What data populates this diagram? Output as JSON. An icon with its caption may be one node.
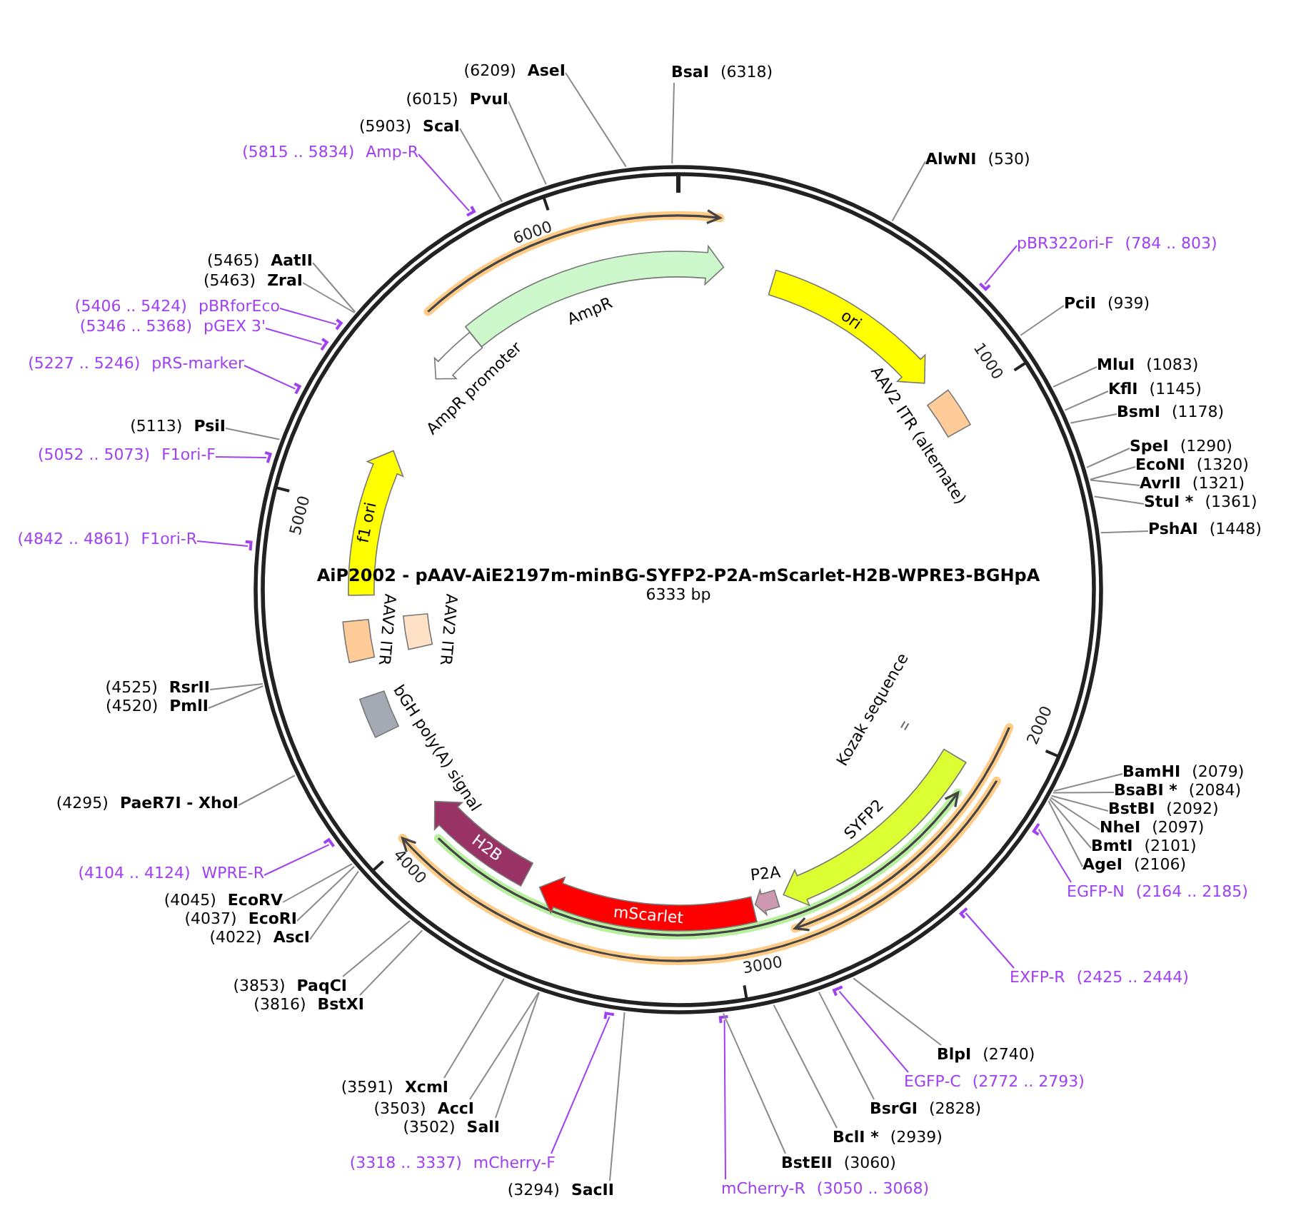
{
  "diagram": {
    "title": "AiP2002 - pAAV-AiE2197m-minBG-SYFP2-P2A-mScarlet-H2B-WPRE3-BGHpA",
    "nodes": [
      {
        "text": [
          "BsaI",
          "(6318)"
        ]
      },
      {
        "text": [
          "AlwNI",
          "(530)"
        ]
      },
      {
        "text": [
          "pBR322ori-F",
          "(784 .. 803)"
        ]
      },
      {
        "text": [
          "PciI",
          "(939)"
        ]
      },
      {
        "text": [
          "MluI",
          "(1083)"
        ]
      },
      {
        "text": [
          "KflI",
          "(1145)"
        ]
      },
      {
        "text": [
          "BsmI",
          "(1178)"
        ]
      },
      {
        "text": [
          "SpeI",
          "(1290)"
        ]
      },
      {
        "text": [
          "EcoNI",
          "(1320)"
        ]
      },
      {
        "text": [
          "AvrII",
          "(1321)"
        ]
      },
      {
        "text": [
          "StuI *",
          "(1361)"
        ]
      },
      {
        "text": [
          "PshAI",
          "(1448)"
        ]
      },
      {
        "text": [
          "BamHI",
          "(2079)"
        ]
      },
      {
        "text": [
          "BsaBI *",
          "(2084)"
        ]
      },
      {
        "text": [
          "BstBI",
          "(2092)"
        ]
      },
      {
        "text": [
          "NheI",
          "(2097)"
        ]
      },
      {
        "text": [
          "BmtI",
          "(2101)"
        ]
      },
      {
        "text": [
          "AgeI",
          "(2106)"
        ]
      },
      {
        "text": [
          "EGFP-N",
          "(2164 .. 2185)"
        ]
      },
      {
        "text": [
          "EXFP-R",
          "(2425 .. 2444)"
        ]
      },
      {
        "text": [
          "BlpI",
          "(2740)"
        ]
      },
      {
        "text": [
          "EGFP-C",
          "(2772 .. 2793)"
        ]
      },
      {
        "text": [
          "BsrGI",
          "(2828)"
        ]
      },
      {
        "text": [
          "BclI *",
          "(2939)"
        ]
      },
      {
        "text": [
          "BstEII",
          "(3060)"
        ]
      },
      {
        "text": [
          "mCherry-R",
          "(3050 .. 3068)"
        ]
      },
      {
        "text": [
          "(3294)",
          "SacII"
        ]
      },
      {
        "text": [
          "(3318 .. 3337)",
          "mCherry-F"
        ]
      },
      {
        "text": [
          "(3502)",
          "SalI"
        ]
      },
      {
        "text": [
          "(3503)",
          "AccI"
        ]
      },
      {
        "text": [
          "(3591)",
          "XcmI"
        ]
      },
      {
        "text": [
          "(3816)",
          "BstXI"
        ]
      },
      {
        "text": [
          "(3853)",
          "PaqCI"
        ]
      },
      {
        "text": [
          "(4022)",
          "AscI"
        ]
      },
      {
        "text": [
          "(4037)",
          "EcoRI"
        ]
      },
      {
        "text": [
          "(4045)",
          "EcoRV"
        ]
      },
      {
        "text": [
          "(4104 .. 4124)",
          "WPRE-R"
        ]
      },
      {
        "text": [
          "(4295)",
          "PaeR7I - XhoI"
        ]
      },
      {
        "text": [
          "(4520)",
          "PmlI"
        ]
      },
      {
        "text": [
          "(4525)",
          "RsrII"
        ]
      },
      {
        "text": [
          "(4842 .. 4861)",
          "F1ori-R"
        ]
      },
      {
        "text": [
          "(5052 .. 5073)",
          "F1ori-F"
        ]
      },
      {
        "text": [
          "(5113)",
          "PsiI"
        ]
      },
      {
        "text": [
          "(5227 .. 5246)",
          "pRS-marker"
        ]
      },
      {
        "text": [
          "(5346 .. 5368)",
          "pGEX 3'"
        ]
      },
      {
        "text": [
          "(5406 .. 5424)",
          "pBRforEco"
        ]
      },
      {
        "text": [
          "(5463)",
          "ZraI"
        ]
      },
      {
        "text": [
          "(5465)",
          "AatII"
        ]
      },
      {
        "text": [
          "(5815 .. 5834)",
          "Amp-R"
        ]
      },
      {
        "text": [
          "(5903)",
          "ScaI"
        ]
      },
      {
        "text": [
          "(6015)",
          "PvuI"
        ]
      },
      {
        "text": [
          "(6209)",
          "AseI"
        ]
      },
      {
        "text": [
          "ori"
        ]
      },
      {
        "text": [
          "AAV2 ITR (alternate)"
        ]
      },
      {
        "text": [
          "Kozak sequence"
        ]
      },
      {
        "text": [
          "SYFP2"
        ]
      },
      {
        "text": [
          "P2A"
        ]
      },
      {
        "text": [
          "mScarlet"
        ]
      },
      {
        "text": [
          "H2B"
        ]
      },
      {
        "text": [
          "bGH poly(A) signal"
        ]
      },
      {
        "text": [
          "AAV2 ITR"
        ]
      },
      {
        "text": [
          "AAV2 ITR"
        ]
      },
      {
        "text": [
          "f1 ori"
        ]
      },
      {
        "text": [
          "AmpR promoter"
        ]
      },
      {
        "text": [
          "AmpR"
        ]
      }
    ],
    "edges": [
      {
        "from": 0,
        "to": null,
        "arrow": "none"
      },
      {
        "from": 1,
        "to": null,
        "arrow": "none"
      },
      {
        "from": 2,
        "to": null,
        "arrow": "none",
        "color": "#a040f0"
      },
      {
        "from": 3,
        "to": null,
        "arrow": "none"
      },
      {
        "from": 4,
        "to": null,
        "arrow": "none"
      },
      {
        "from": 5,
        "to": null,
        "arrow": "none"
      },
      {
        "from": 6,
        "to": null,
        "arrow": "none"
      },
      {
        "from": 7,
        "to": null,
        "arrow": "none"
      },
      {
        "from": 8,
        "to": null,
        "arrow": "none"
      },
      {
        "from": 9,
        "to": null,
        "arrow": "none"
      },
      {
        "from": 10,
        "to": null,
        "arrow": "none"
      },
      {
        "from": 11,
        "to": null,
        "arrow": "none"
      },
      {
        "from": 12,
        "to": null,
        "arrow": "none"
      },
      {
        "from": 13,
        "to": null,
        "arrow": "none"
      },
      {
        "from": 14,
        "to": null,
        "arrow": "none"
      },
      {
        "from": 15,
        "to": null,
        "arrow": "none"
      },
      {
        "from": 16,
        "to": null,
        "arrow": "none"
      },
      {
        "from": 17,
        "to": null,
        "arrow": "none"
      },
      {
        "from": 18,
        "to": null,
        "arrow": "none",
        "color": "#a040f0"
      },
      {
        "from": 19,
        "to": null,
        "arrow": "none",
        "color": "#a040f0"
      },
      {
        "from": 20,
        "to": null,
        "arrow": "none"
      },
      {
        "from": 21,
        "to": null,
        "arrow": "none",
        "color": "#a040f0"
      },
      {
        "from": 22,
        "to": null,
        "arrow": "none"
      },
      {
        "from": 23,
        "to": null,
        "arrow": "none"
      },
      {
        "from": 24,
        "to": null,
        "arrow": "none"
      },
      {
        "from": 25,
        "to": null,
        "arrow": "none",
        "color": "#a040f0"
      },
      {
        "from": 26,
        "to": null,
        "arrow": "none"
      },
      {
        "from": 27,
        "to": null,
        "arrow": "none",
        "color": "#a040f0"
      },
      {
        "from": 28,
        "to": null,
        "arrow": "none"
      },
      {
        "from": 29,
        "to": null,
        "arrow": "none"
      },
      {
        "from": 30,
        "to": null,
        "arrow": "none"
      },
      {
        "from": 31,
        "to": null,
        "arrow": "none"
      },
      {
        "from": 32,
        "to": null,
        "arrow": "none"
      },
      {
        "from": 33,
        "to": null,
        "arrow": "none"
      },
      {
        "from": 34,
        "to": null,
        "arrow": "none"
      },
      {
        "from": 35,
        "to": null,
        "arrow": "none"
      },
      {
        "from": 36,
        "to": null,
        "arrow": "none",
        "color": "#a040f0"
      },
      {
        "from": 37,
        "to": null,
        "arrow": "none"
      },
      {
        "from": 38,
        "to": null,
        "arrow": "none"
      },
      {
        "from": 39,
        "to": null,
        "arrow": "none"
      },
      {
        "from": 40,
        "to": null,
        "arrow": "none",
        "color": "#a040f0"
      },
      {
        "from": 41,
        "to": null,
        "arrow": "none",
        "color": "#a040f0"
      },
      {
        "from": 42,
        "to": null,
        "arrow": "none"
      },
      {
        "from": 43,
        "to": null,
        "arrow": "none",
        "color": "#a040f0"
      },
      {
        "from": 44,
        "to": null,
        "arrow": "none",
        "color": "#a040f0"
      },
      {
        "from": 45,
        "to": null,
        "arrow": "none",
        "color": "#a040f0"
      },
      {
        "from": 46,
        "to": null,
        "arrow": "none"
      },
      {
        "from": 47,
        "to": null,
        "arrow": "none"
      },
      {
        "from": 48,
        "to": null,
        "arrow": "none",
        "color": "#a040f0"
      },
      {
        "from": 49,
        "to": null,
        "arrow": "none"
      },
      {
        "from": 50,
        "to": null,
        "arrow": "none"
      },
      {
        "from": 51,
        "to": null,
        "arrow": "none"
      }
    ],
    "labels": [
      "6333 bp",
      "1000",
      "2000",
      "3000",
      "4000",
      "5000",
      "6000"
    ]
  }
}
